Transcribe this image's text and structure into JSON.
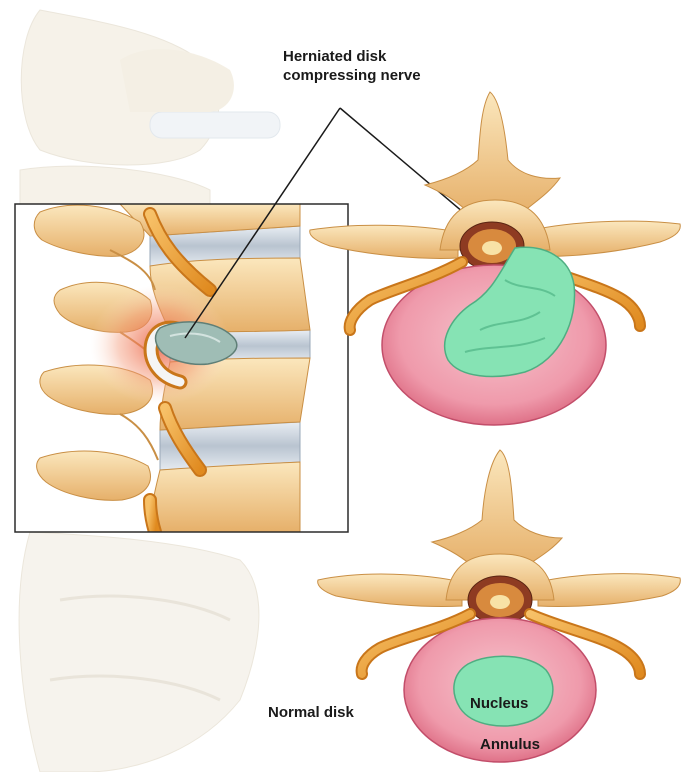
{
  "labels": {
    "herniated_line1": "Herniated disk",
    "herniated_line2": "compressing nerve",
    "normal_disk": "Normal disk",
    "nucleus": "Nucleus",
    "annulus": "Annulus"
  },
  "colors": {
    "bone": "#f2d29a",
    "bone_shadow": "#d9a95e",
    "disk_annulus": "#ef8fa2",
    "nucleus": "#7fe0b0",
    "nerve": "#f2a23c",
    "inflammation": "#f08a6a",
    "faded_spine": "#efeae0"
  }
}
